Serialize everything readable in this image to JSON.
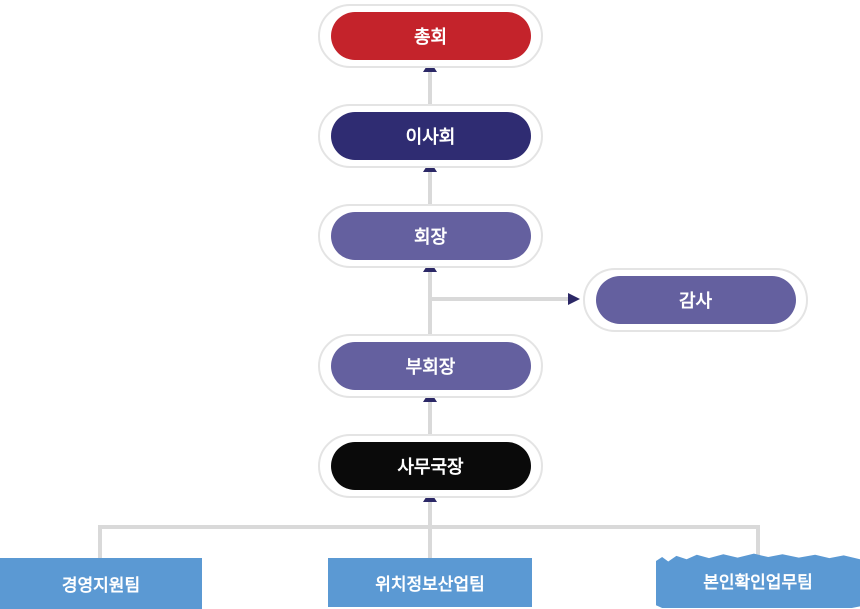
{
  "org_chart": {
    "nodes": [
      {
        "id": "general-assembly",
        "label": "총회",
        "color": "#c4232b",
        "text_color": "#ffffff"
      },
      {
        "id": "board-of-directors",
        "label": "이사회",
        "color": "#2f2c72",
        "text_color": "#ffffff"
      },
      {
        "id": "chairman",
        "label": "회장",
        "color": "#64609f",
        "text_color": "#ffffff"
      },
      {
        "id": "auditor",
        "label": "감사",
        "color": "#64609f",
        "text_color": "#ffffff"
      },
      {
        "id": "vice-chairman",
        "label": "부회장",
        "color": "#64609f",
        "text_color": "#ffffff"
      },
      {
        "id": "secretary-general",
        "label": "사무국장",
        "color": "#0a0a0a",
        "text_color": "#ffffff"
      }
    ],
    "teams": [
      {
        "id": "management-support-team",
        "label": "경영지원팀",
        "color": "#5b99d3",
        "text_color": "#ffffff"
      },
      {
        "id": "location-info-industry-team",
        "label": "위치정보산업팀",
        "color": "#5b99d3",
        "text_color": "#ffffff"
      },
      {
        "id": "identity-verification-team",
        "label": "본인확인업무팀",
        "color": "#5b99d3",
        "text_color": "#ffffff"
      }
    ],
    "colors": {
      "connector": "#d9d9d9",
      "arrow": "#2b2766",
      "node_ring_border": "#e4e4e4",
      "background": "#ffffff"
    }
  }
}
